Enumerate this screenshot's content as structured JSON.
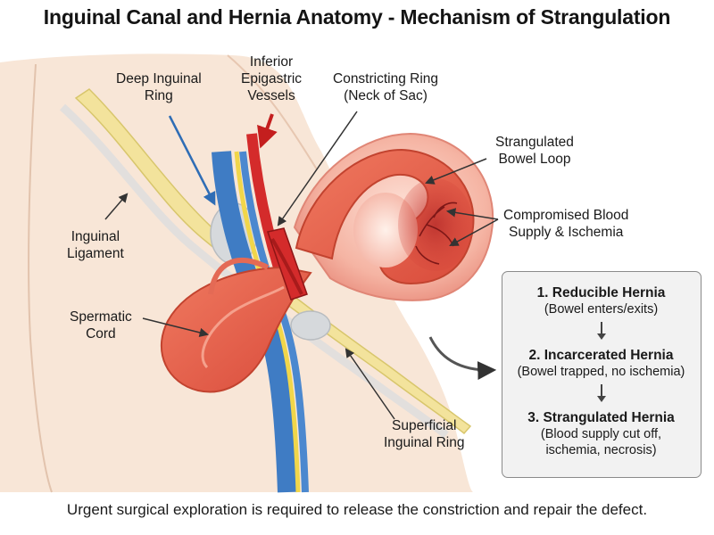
{
  "title": "Inguinal Canal and Hernia Anatomy - Mechanism of Strangulation",
  "labels": {
    "deep_ring": [
      "Deep Inguinal",
      "Ring"
    ],
    "epigastric": [
      "Inferior",
      "Epigastric",
      "Vessels"
    ],
    "constricting_ring": [
      "Constricting Ring",
      "(Neck of Sac)"
    ],
    "strangulated_loop": [
      "Strangulated",
      "Bowel Loop"
    ],
    "compromised_supply": [
      "Compromised Blood",
      "Supply & Ischemia"
    ],
    "inguinal_ligament": [
      "Inguinal",
      "Ligament"
    ],
    "spermatic_cord": [
      "Spermatic",
      "Cord"
    ],
    "superficial_ring": [
      "Superficial",
      "Inguinal Ring"
    ]
  },
  "stages": [
    {
      "heading": "1. Reducible Hernia",
      "desc": [
        "(Bowel enters/exits)"
      ]
    },
    {
      "heading": "2. Incarcerated Hernia",
      "desc": [
        "(Bowel trapped, no ischemia)"
      ]
    },
    {
      "heading": "3. Strangulated Hernia",
      "desc": [
        "(Blood supply cut off,",
        "ischemia, necrosis)"
      ]
    }
  ],
  "footer": "Urgent surgical exploration is required to release the constriction and repair the defect.",
  "colors": {
    "skin": "#f7e4d4",
    "bowel": "#e8604a",
    "bowel_dark": "#c83a30",
    "vessel_red": "#d42b2b",
    "vessel_blue": "#3f7cc4",
    "ligament_yellow": "#f2e39a",
    "sac": "#f3b5a8"
  }
}
